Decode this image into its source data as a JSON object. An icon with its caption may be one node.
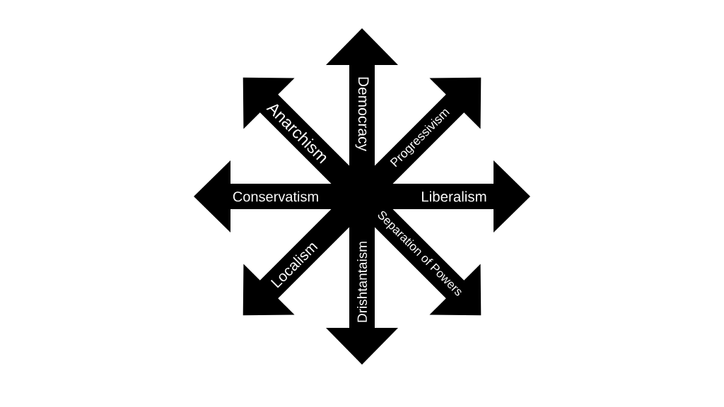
{
  "diagram": {
    "nodes": [
      {
        "text": [
          "Democracy"
        ]
      },
      {
        "text": [
          "Anarchism"
        ]
      },
      {
        "text": [
          "Progressivism"
        ]
      },
      {
        "text": [
          "Conservatism"
        ]
      },
      {
        "text": [
          "Liberalism"
        ]
      },
      {
        "text": [
          "Separation of Powers"
        ]
      },
      {
        "text": [
          "Localism"
        ]
      },
      {
        "text": [
          "Drishtantaism"
        ]
      }
    ]
  }
}
